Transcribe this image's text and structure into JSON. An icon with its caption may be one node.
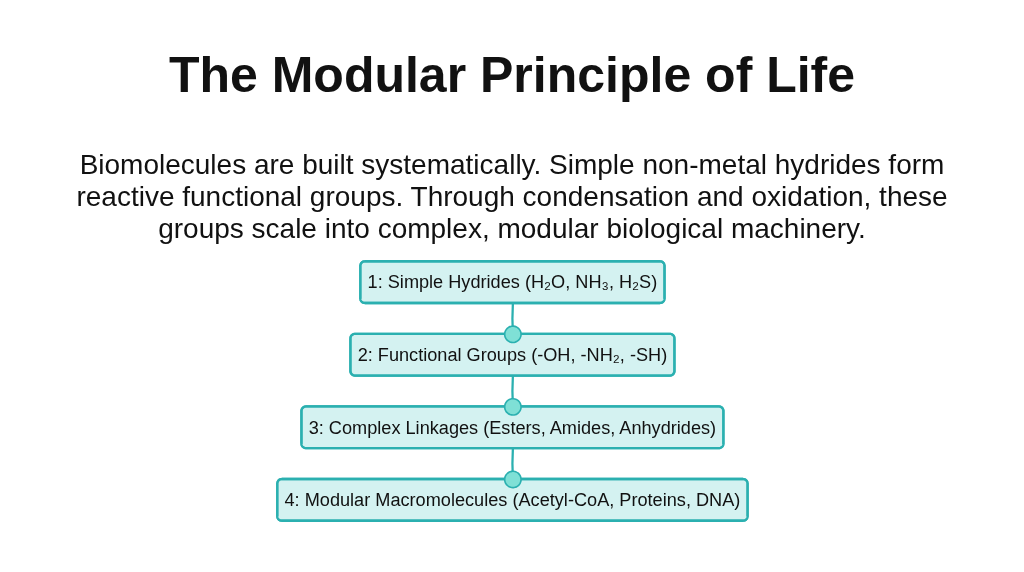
{
  "diagram": {
    "title": "The Modular Principle of Life",
    "caption": "Biomolecules are built systematically. Simple non-metal hydrides form reactive functional groups. Through condensation and oxidation, these groups scale into complex, modular biological machinery.",
    "nodes": [
      {
        "text": [
          "1: Simple Hydrides (H₂O, NH₃, H₂S)"
        ]
      },
      {
        "text": [
          "2: Functional Groups (-OH, -NH₂, -SH)"
        ]
      },
      {
        "text": [
          "3: Complex Linkages (Esters, Amides, Anhydrides)"
        ]
      },
      {
        "text": [
          "4: Modular Macromolecules (Acetyl-CoA, Proteins, DNA)"
        ]
      }
    ],
    "edges": [
      {
        "from": 0,
        "to": 1,
        "arrow": "other"
      },
      {
        "from": 1,
        "to": 2,
        "arrow": "other"
      },
      {
        "from": 2,
        "to": 3,
        "arrow": "other"
      }
    ]
  }
}
